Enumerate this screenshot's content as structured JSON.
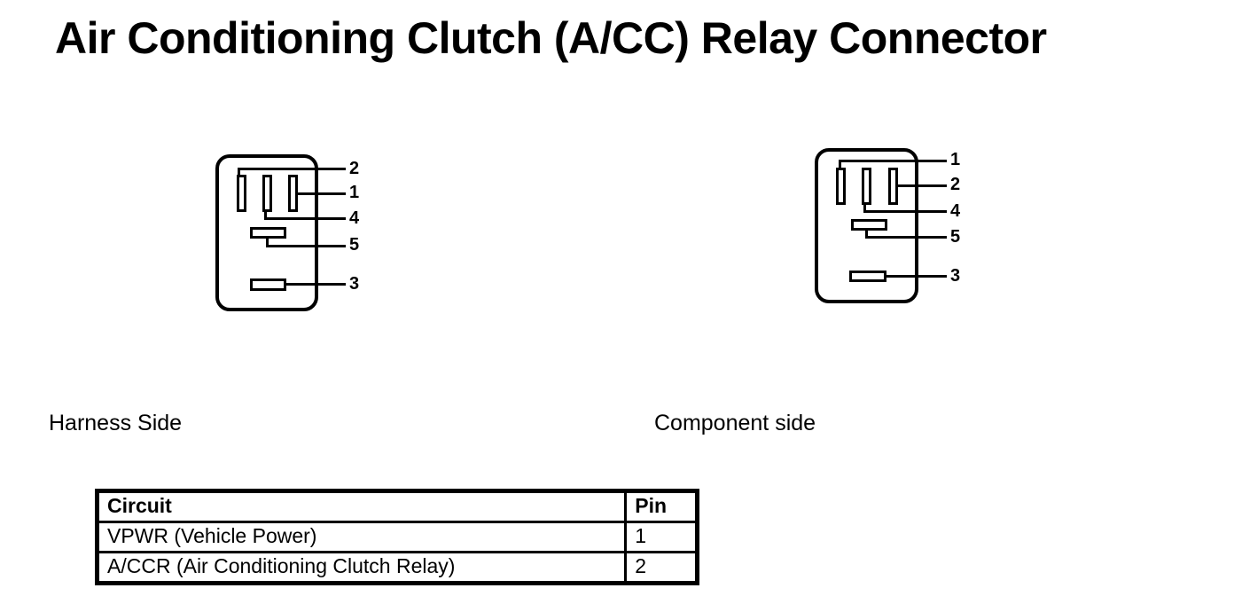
{
  "title": "Air Conditioning Clutch (A/CC) Relay Connector",
  "harness": {
    "label": "Harness Side",
    "pins": [
      "2",
      "1",
      "4",
      "5",
      "3"
    ]
  },
  "component": {
    "label": "Component side",
    "pins": [
      "1",
      "2",
      "4",
      "5",
      "3"
    ]
  },
  "table": {
    "headers": [
      "Circuit",
      "Pin"
    ],
    "rows": [
      [
        "VPWR (Vehicle Power)",
        "1"
      ],
      [
        "A/CCR (Air Conditioning Clutch Relay)",
        "2"
      ]
    ]
  },
  "colors": {
    "ink": "#000000",
    "background": "#ffffff"
  }
}
